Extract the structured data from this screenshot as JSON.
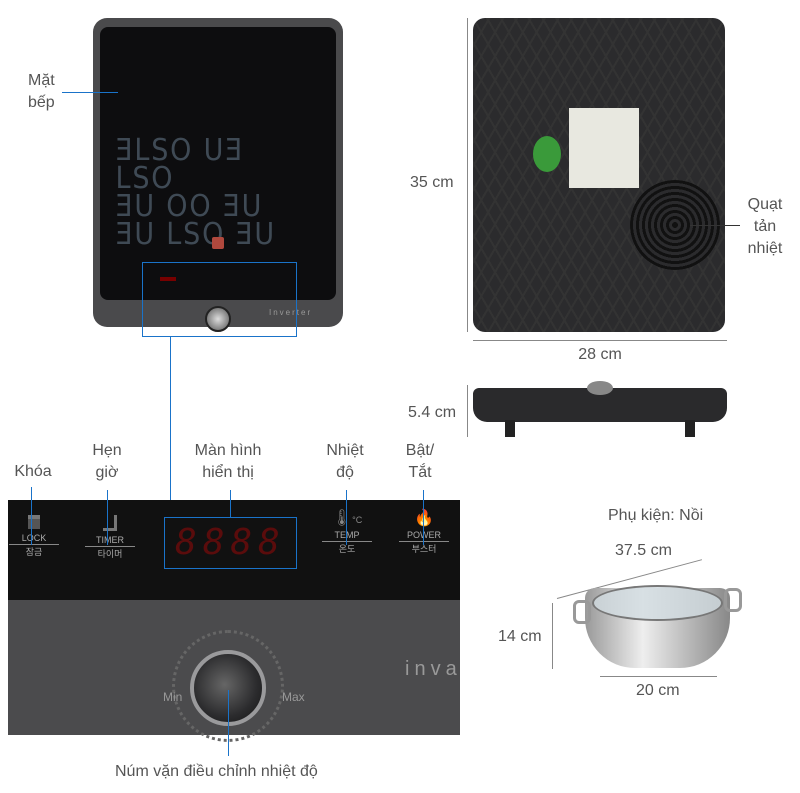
{
  "labels": {
    "cooktop_surface": "Mặt bếp",
    "height": "35 cm",
    "width": "28 cm",
    "fan": "Quạt tản nhiệt",
    "thickness": "5.4 cm",
    "lock": "Khóa",
    "timer": "Hẹn giờ",
    "display": "Màn hình hiển thị",
    "temperature": "Nhiệt độ",
    "power": "Bật/ Tắt",
    "accessory": "Phụ kiện: Nồi",
    "pot_width": "37.5 cm",
    "pot_height": "14 cm",
    "pot_base": "20 cm",
    "knob": "Núm vặn điều chỉnh nhiệt độ"
  },
  "panel": {
    "buttons": [
      {
        "en": "LOCK",
        "ko": "잠금",
        "icon": "lock-icon"
      },
      {
        "en": "TIMER",
        "ko": "타이머",
        "icon": "timer-icon"
      },
      {
        "en": "TEMP",
        "ko": "온도",
        "icon": "thermometer-icon"
      },
      {
        "en": "POWER",
        "ko": "부스터",
        "icon": "flame-icon"
      }
    ],
    "temp_unit": "°C",
    "display_value": "8888",
    "knob_min": "Min",
    "knob_max": "Max",
    "brand_text": "inva"
  },
  "cooktop": {
    "brand_text": "Inverter"
  },
  "colors": {
    "callout": "#1a73c9",
    "body": "#4a4a4c",
    "glass": "#0d0d0f"
  }
}
